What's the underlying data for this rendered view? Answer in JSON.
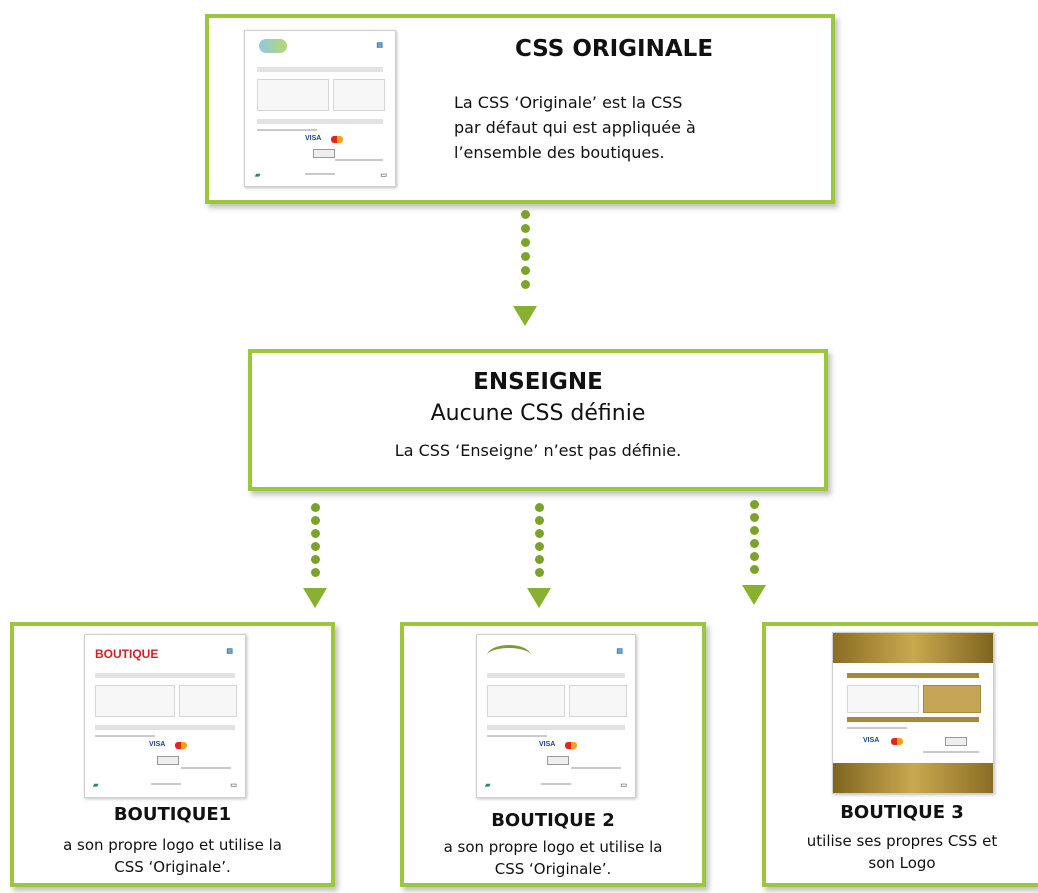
{
  "original": {
    "title": "CSS ORIGINALE",
    "desc_line1": "La CSS ‘Originale’ est la CSS",
    "desc_line2": "par défaut qui est appliquée à",
    "desc_line3": "l’ensemble des boutiques."
  },
  "enseigne": {
    "title": "ENSEIGNE",
    "subtitle": "Aucune CSS définie",
    "desc": "La CSS ‘Enseigne’ n’est pas définie."
  },
  "boutique1": {
    "logo": "BOUTIQUE",
    "title": "BOUTIQUE1",
    "desc_line1": "a son propre logo et utilise la",
    "desc_line2": "CSS ‘Originale’."
  },
  "boutique2": {
    "title": "BOUTIQUE 2",
    "desc_line1": "a son propre logo et utilise la",
    "desc_line2": "CSS ‘Originale’."
  },
  "boutique3": {
    "title": "BOUTIQUE 3",
    "desc_line1": "utilise ses propres CSS et",
    "desc_line2": "son Logo"
  },
  "payment_cards": {
    "visa": "VISA"
  },
  "colors": {
    "border": "#9cc63b",
    "connector": "#7ba32a",
    "gold": "#9a7d2e",
    "brand_red": "#d41f26"
  }
}
